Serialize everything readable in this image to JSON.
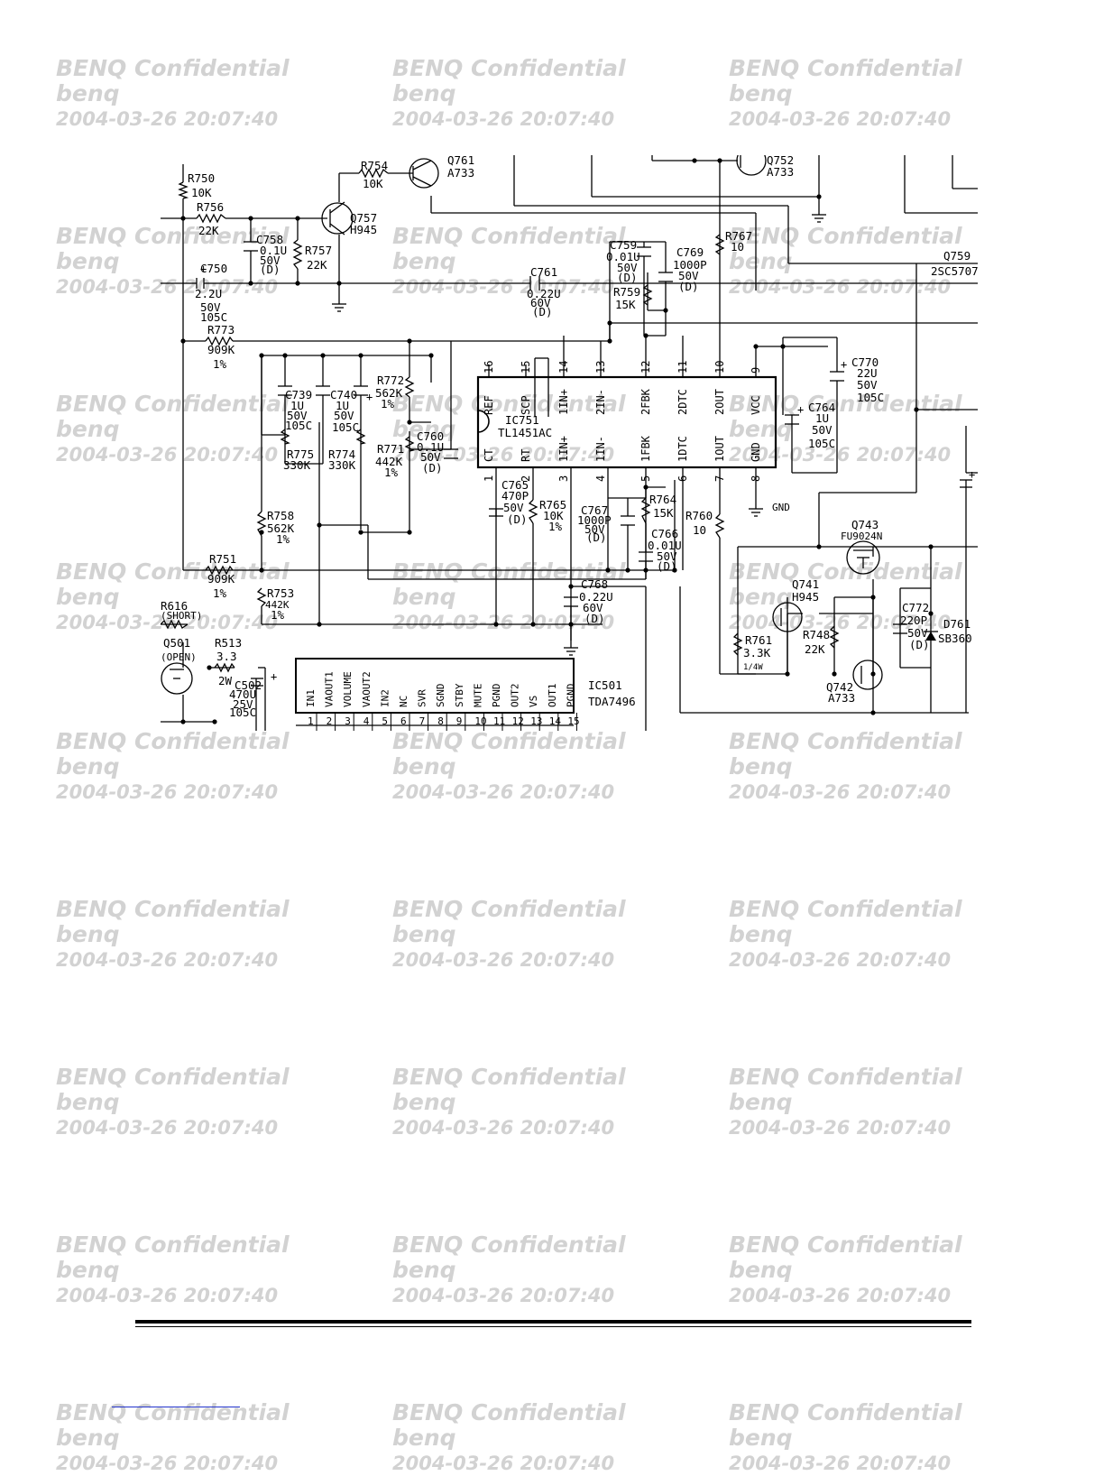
{
  "watermark": {
    "line1": "BENQ Confidential",
    "line2": "benq",
    "line3": "2004-03-26 20:07:40",
    "color": "#d2d2d2"
  },
  "components": {
    "R750": {
      "ref": "R750",
      "val": "10K"
    },
    "R754": {
      "ref": "R754",
      "val": "10K"
    },
    "Q761": {
      "ref": "Q761",
      "val": "A733"
    },
    "Q752": {
      "ref": "Q752",
      "val": "A733"
    },
    "R756": {
      "ref": "R756",
      "val": "22K"
    },
    "Q757": {
      "ref": "Q757",
      "val": "H945"
    },
    "C758": {
      "ref": "C758",
      "v1": "0.1U",
      "v2": "50V",
      "v3": "(D)"
    },
    "R757": {
      "ref": "R757",
      "val": "22K"
    },
    "C750": {
      "ref": "C750",
      "v1": "2.2U",
      "v2": "50V",
      "v3": "105C"
    },
    "C761": {
      "ref": "C761",
      "v1": "0.22U",
      "v2": "60V",
      "v3": "(D)"
    },
    "C759": {
      "ref": "C759",
      "v1": "0.01U",
      "v2": "50V",
      "v3": "(D)"
    },
    "C769": {
      "ref": "C769",
      "v1": "1000P",
      "v2": "50V",
      "v3": "(D)"
    },
    "R759": {
      "ref": "R759",
      "val": "15K"
    },
    "R767": {
      "ref": "R767",
      "val": "10"
    },
    "Q759": {
      "ref": "Q759",
      "val": "2SC5707"
    },
    "R773": {
      "ref": "R773",
      "val": "909K",
      "tol": "1%"
    },
    "C739": {
      "ref": "C739",
      "v1": "1U",
      "v2": "50V",
      "v3": "105C"
    },
    "C740": {
      "ref": "C740",
      "v1": "1U",
      "v2": "50V",
      "v3": "105C"
    },
    "R772": {
      "ref": "R772",
      "val": "562K",
      "tol": "1%"
    },
    "R775": {
      "ref": "R775",
      "val": "330K"
    },
    "R774": {
      "ref": "R774",
      "val": "330K"
    },
    "R771": {
      "ref": "R771",
      "val": "442K",
      "tol": "1%"
    },
    "C760": {
      "ref": "C760",
      "v1": "0.1U",
      "v2": "50V",
      "v3": "(D)"
    },
    "IC751": {
      "ref": "IC751",
      "val": "TL1451AC",
      "top_pins": [
        {
          "n": "16",
          "name": "REF"
        },
        {
          "n": "15",
          "name": "SCP"
        },
        {
          "n": "14",
          "name": "1IN+"
        },
        {
          "n": "13",
          "name": "2IN-"
        },
        {
          "n": "12",
          "name": "2FBK"
        },
        {
          "n": "11",
          "name": "2DTC"
        },
        {
          "n": "10",
          "name": "2OUT"
        },
        {
          "n": "9",
          "name": "VCC"
        }
      ],
      "bottom_pins": [
        {
          "n": "1",
          "name": "CT"
        },
        {
          "n": "2",
          "name": "RT"
        },
        {
          "n": "3",
          "name": "1IN+"
        },
        {
          "n": "4",
          "name": "1IN-"
        },
        {
          "n": "5",
          "name": "1FBK"
        },
        {
          "n": "6",
          "name": "1DTC"
        },
        {
          "n": "7",
          "name": "1OUT"
        },
        {
          "n": "8",
          "name": "GND"
        }
      ]
    },
    "C770": {
      "ref": "C770",
      "v1": "22U",
      "v2": "50V",
      "v3": "105C"
    },
    "C764": {
      "ref": "C764",
      "v1": "1U",
      "v2": "50V",
      "v3": "105C"
    },
    "C765": {
      "ref": "C765",
      "v1": "470P",
      "v2": "50V",
      "v3": "(D)"
    },
    "R765": {
      "ref": "R765",
      "val": "10K",
      "tol": "1%"
    },
    "C767": {
      "ref": "C767",
      "v1": "1000P",
      "v2": "50V",
      "v3": "(D)"
    },
    "R764": {
      "ref": "R764",
      "val": "15K"
    },
    "C766": {
      "ref": "C766",
      "v1": "0.01U",
      "v2": "50V",
      "v3": "(D)"
    },
    "R760": {
      "ref": "R760",
      "val": "10"
    },
    "GND": {
      "label": "GND"
    },
    "R758": {
      "ref": "R758",
      "val": "562K",
      "tol": "1%"
    },
    "R751": {
      "ref": "R751",
      "val": "909K",
      "tol": "1%"
    },
    "R753": {
      "ref": "R753",
      "val": "442K",
      "tol": "1%"
    },
    "C768": {
      "ref": "C768",
      "v1": "0.22U",
      "v2": "60V",
      "v3": "(D)"
    },
    "Q743": {
      "ref": "Q743",
      "val": "FU9024N"
    },
    "Q741": {
      "ref": "Q741",
      "val": "H945"
    },
    "R761": {
      "ref": "R761",
      "val": "3.3K",
      "pw": "1/4W"
    },
    "R748": {
      "ref": "R748",
      "val": "22K"
    },
    "Q742": {
      "ref": "Q742",
      "val": "A733"
    },
    "C772": {
      "ref": "C772",
      "v1": "220P",
      "v2": "50V",
      "v3": "(D)"
    },
    "D761": {
      "ref": "D761",
      "val": "SB360"
    },
    "R616": {
      "ref": "R616",
      "val": "(SHORT)"
    },
    "Q501": {
      "ref": "Q501",
      "val": "(OPEN)"
    },
    "R513": {
      "ref": "R513",
      "val": "3.3",
      "pw": "2W"
    },
    "C502": {
      "ref": "C502",
      "v1": "470U",
      "v2": "25V",
      "v3": "105C"
    },
    "IC501": {
      "ref": "IC501",
      "val": "TDA7496",
      "pins": [
        {
          "n": "1",
          "name": "IN1"
        },
        {
          "n": "2",
          "name": "VAOUT1"
        },
        {
          "n": "3",
          "name": "VOLUME"
        },
        {
          "n": "4",
          "name": "VAOUT2"
        },
        {
          "n": "5",
          "name": "IN2"
        },
        {
          "n": "6",
          "name": "NC"
        },
        {
          "n": "7",
          "name": "SVR"
        },
        {
          "n": "8",
          "name": "SGND"
        },
        {
          "n": "9",
          "name": "STBY"
        },
        {
          "n": "10",
          "name": "MUTE"
        },
        {
          "n": "11",
          "name": "PGND"
        },
        {
          "n": "12",
          "name": "OUT2"
        },
        {
          "n": "13",
          "name": "VS"
        },
        {
          "n": "14",
          "name": "OUT1"
        },
        {
          "n": "15",
          "name": "PGND"
        }
      ]
    }
  },
  "colors": {
    "ink": "#000000",
    "watermark": "#d2d2d2",
    "link": "#2233cc"
  }
}
